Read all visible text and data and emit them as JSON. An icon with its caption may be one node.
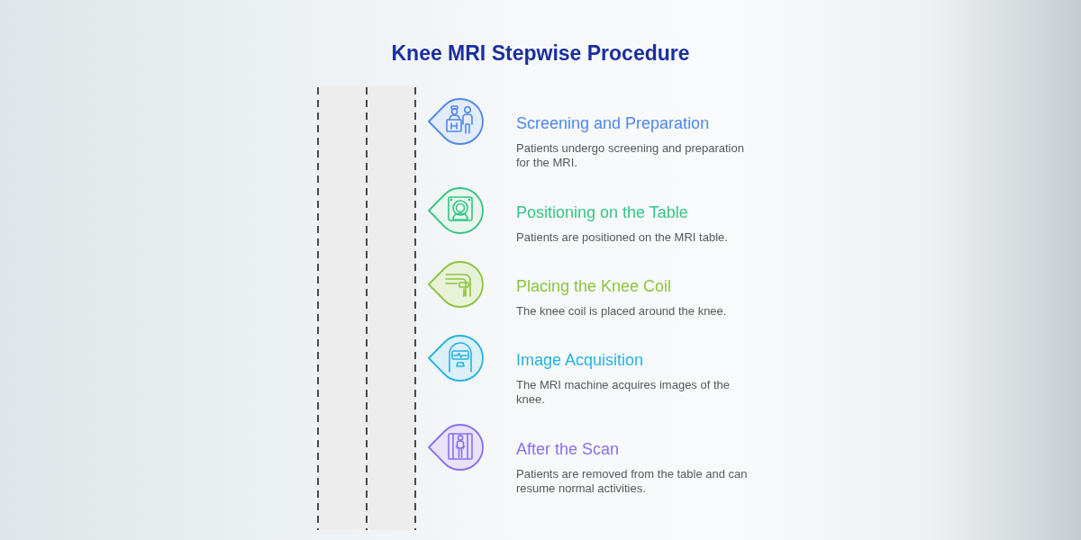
{
  "diagram": {
    "title": "Knee MRI Stepwise Procedure",
    "nodes": [
      {
        "text": [
          "Screening and Preparation",
          "Patients undergo screening and preparation for the MRI."
        ]
      },
      {
        "text": [
          "Positioning on the Table",
          "Patients are positioned on the MRI table."
        ]
      },
      {
        "text": [
          "Placing the Knee Coil",
          "The knee coil is placed around the knee."
        ]
      },
      {
        "text": [
          "Image Acquisition",
          "The MRI machine acquires images of the knee."
        ]
      },
      {
        "text": [
          "After the Scan",
          "Patients are removed from the table and can resume normal activities."
        ]
      }
    ]
  }
}
